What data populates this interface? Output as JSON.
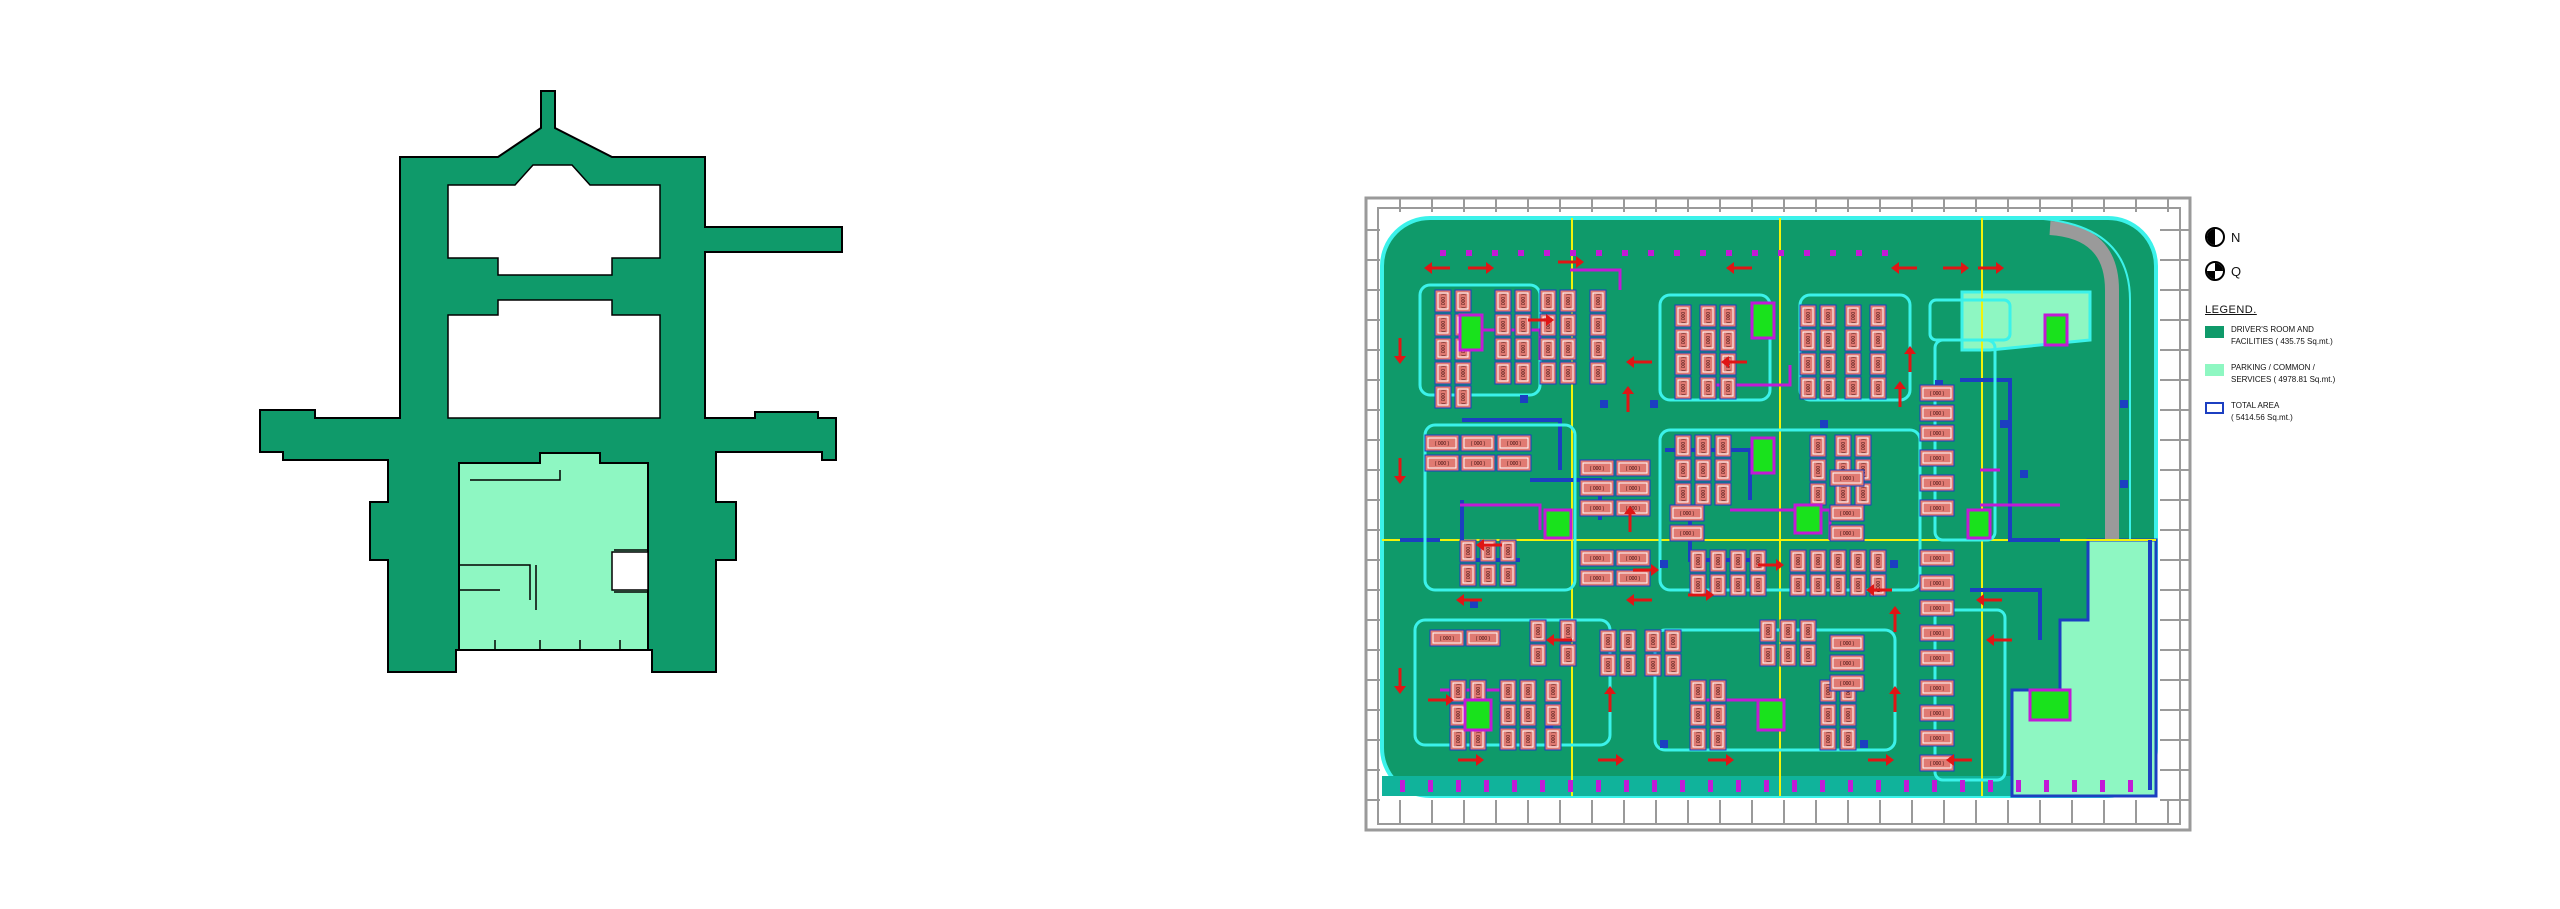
{
  "symbols": [
    {
      "icon": "north-symbol-icon",
      "label": "N"
    },
    {
      "icon": "quadrant-symbol-icon",
      "label": "Q"
    }
  ],
  "legend": {
    "title": "LEGEND.",
    "items": [
      {
        "color": "#0f9a6a",
        "style": "fill",
        "line1": "DRIVER'S ROOM AND",
        "line2": "FACILITIES ( 435.75 Sq.mt.)"
      },
      {
        "color": "#8ef7c2",
        "style": "fill",
        "line1": "PARKING / COMMON /",
        "line2": "SERVICES ( 4978.81 Sq.mt.)"
      },
      {
        "color": "#1c3fc1",
        "style": "outline",
        "line1": "TOTAL AREA",
        "line2": "( 5414.56 Sq.mt.)"
      }
    ]
  },
  "plan": {
    "stall_label": "( 000 )",
    "colors": {
      "facilities": "#0f9a6a",
      "parking": "#8ef7c2",
      "outline": "#1c3fc1",
      "road": "#10b39b",
      "curb": "#3bf2ea",
      "stall": "#e07a72",
      "arrow": "#e01515",
      "grid": "#f2f20a",
      "magenta": "#c21ad6",
      "green": "#19e21c"
    }
  }
}
